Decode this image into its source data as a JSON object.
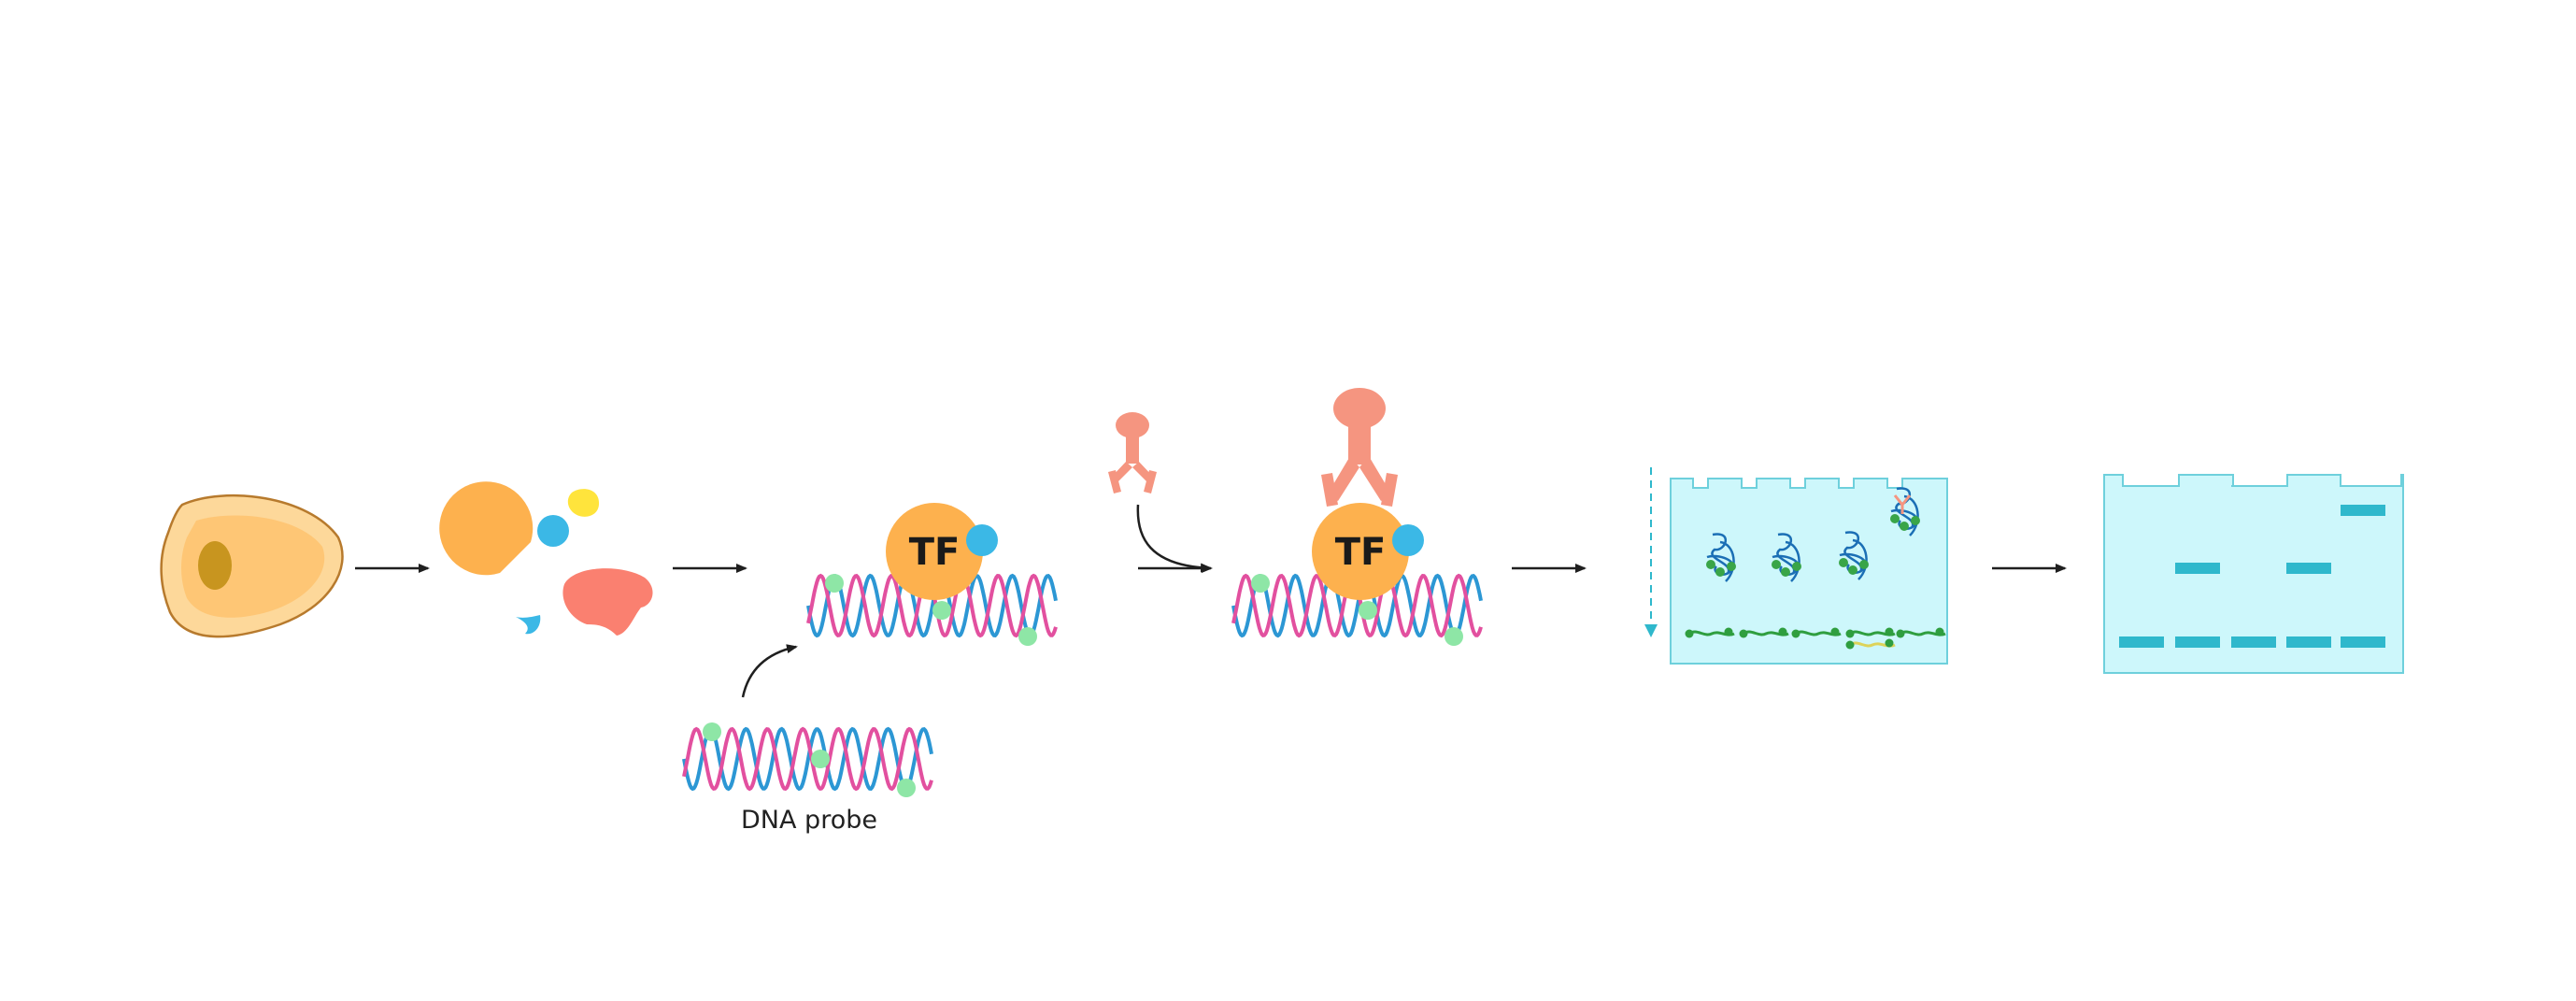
{
  "labels": {
    "tf_1": "TF",
    "tf_2": "TF",
    "dna_probe": "DNA probe"
  },
  "colors": {
    "arrow": "#1f1f1f",
    "cell_outer": "#fdd89a",
    "cell_inner": "#fec675",
    "cell_outline": "#b77a2d",
    "nucleus": "#c8951f",
    "protein_orange": "#fdb14e",
    "protein_blue": "#3bb8e6",
    "protein_yellow": "#ffe43c",
    "protein_red": "#fa8070",
    "dna_blue": "#2c97d4",
    "dna_pink": "#e2509f",
    "label_green": "#8ee6a6",
    "antibody": "#f59580",
    "gel_fill": "#cdf7fb",
    "gel_edge": "#6ed0dc",
    "gel_band": "#2fb8cc",
    "complex_blue": "#1b6fb5",
    "complex_green": "#39a548",
    "free_probe_green": "#2f9e3f"
  },
  "icons": [
    "arrow-right-icon",
    "curved-arrow-icon",
    "antibody-icon",
    "cell-icon",
    "dna-helix-icon",
    "gel-icon"
  ]
}
